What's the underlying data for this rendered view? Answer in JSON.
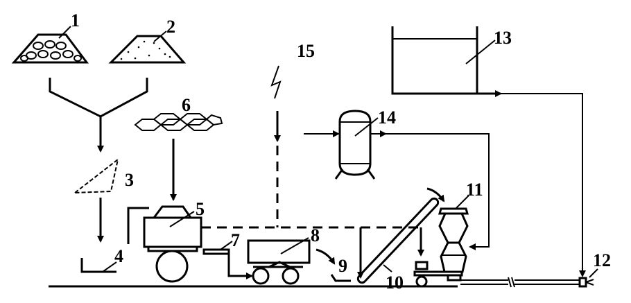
{
  "diagram": {
    "labels": [
      "1",
      "2",
      "3",
      "4",
      "5",
      "6",
      "7",
      "8",
      "9",
      "10",
      "11",
      "12",
      "13",
      "14",
      "15"
    ],
    "colors": {
      "line": "#000000",
      "background": "#ffffff"
    }
  }
}
